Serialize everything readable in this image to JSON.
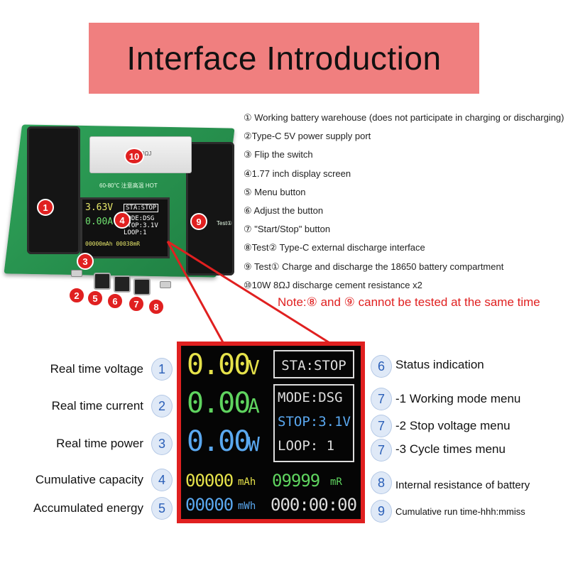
{
  "title": "Interface Introduction",
  "features": [
    "① Working battery warehouse (does not participate in charging or discharging)",
    "②Type-C 5V power supply port",
    "③ Flip the switch",
    "④1.77 inch display screen",
    "⑤ Menu button",
    "⑥ Adjust the button",
    "⑦ \"Start/Stop\" button",
    "⑧Test② Type-C external discharge interface",
    "⑨ Test① Charge and discharge the 18650 battery compartment",
    "⑩10W 8ΩJ discharge cement resistance x2"
  ],
  "note": "Note:⑧ and ⑨ cannot be tested at the same time",
  "board": {
    "markers": [
      "1",
      "2",
      "3",
      "4",
      "5",
      "6",
      "7",
      "8",
      "9",
      "10"
    ],
    "hot_label": "60-80℃ 注意高温 HOT",
    "test_label": "Test①",
    "resistor_text": "10W8ΩJ",
    "mini_voltage": "3.63V",
    "mini_status": "STA:STOP",
    "mini_current": "0.00A",
    "mini_menu": "MODE:DSG STOP:3.1V LOOP:1",
    "mini_bottom": "00000mAh 00038mR"
  },
  "display": {
    "voltage": "0.00",
    "voltage_unit": "V",
    "current": "0.00",
    "current_unit": "A",
    "power": "0.00",
    "power_unit": "W",
    "status": "STA:STOP",
    "mode": "MODE:DSG",
    "stop": "STOP:3.1V",
    "loop": "LOOP: 1",
    "capacity": "00000",
    "capacity_unit": "mAh",
    "resistance": "09999",
    "resistance_unit": "mR",
    "energy": "00000",
    "energy_unit": "mWh",
    "runtime": "000:00:00",
    "colors": {
      "voltage": "#e6e24a",
      "current": "#5fd45f",
      "power": "#5aa8f0",
      "capacity": "#e6e24a",
      "resistance": "#5fd45f",
      "energy": "#5aa8f0",
      "status": "#dddddd",
      "stop": "#5aa8f0"
    }
  },
  "left_labels": [
    {
      "num": "1",
      "text": "Real time voltage"
    },
    {
      "num": "2",
      "text": "Real time current"
    },
    {
      "num": "3",
      "text": "Real time power"
    },
    {
      "num": "4",
      "text": "Cumulative capacity"
    },
    {
      "num": "5",
      "text": "Accumulated energy"
    }
  ],
  "right_labels": [
    {
      "num": "6",
      "text": "Status indication"
    },
    {
      "num": "7",
      "text": "-1 Working mode menu"
    },
    {
      "num": "7",
      "text": "-2 Stop voltage menu"
    },
    {
      "num": "7",
      "text": "-3 Cycle times menu"
    },
    {
      "num": "8",
      "text": "Internal resistance of battery"
    },
    {
      "num": "9",
      "text": "Cumulative run time-hhh:mmiss"
    }
  ]
}
